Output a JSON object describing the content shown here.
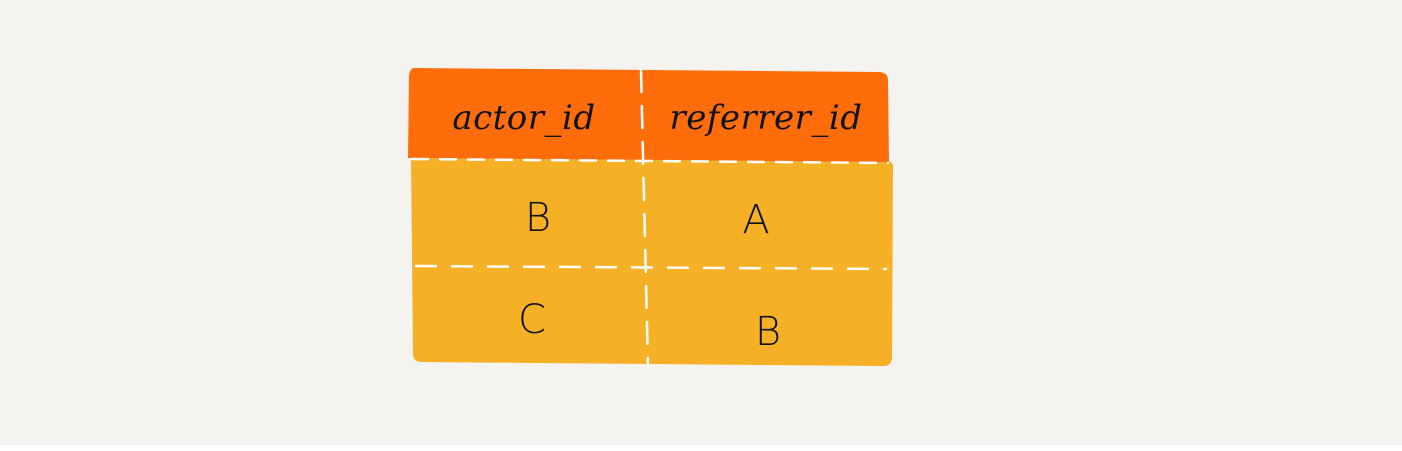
{
  "table": {
    "columns": [
      "actor_id",
      "referrer_id"
    ],
    "rows": [
      [
        "B",
        "A"
      ],
      [
        "C",
        "B"
      ]
    ]
  },
  "colors": {
    "background": "#f4f3ef",
    "header_fill": "#ff6d0a",
    "body_fill": "#f5b026",
    "divider": "#ffffff",
    "text": "#111111"
  }
}
